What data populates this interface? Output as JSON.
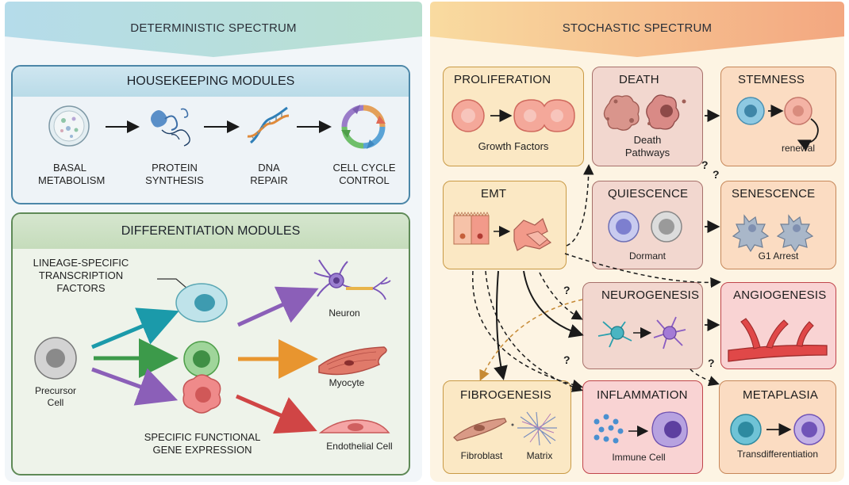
{
  "deterministic": {
    "title": "DETERMINISTIC SPECTRUM",
    "housekeeping": {
      "title": "HOUSEKEEPING MODULES",
      "items": [
        {
          "line1": "BASAL",
          "line2": "METABOLISM",
          "icon": "basal-metabolism-icon"
        },
        {
          "line1": "PROTEIN",
          "line2": "SYNTHESIS",
          "icon": "protein-icon"
        },
        {
          "line1": "DNA",
          "line2": "REPAIR",
          "icon": "dna-icon"
        },
        {
          "line1": "CELL CYCLE",
          "line2": "CONTROL",
          "icon": "cell-cycle-icon"
        }
      ]
    },
    "differentiation": {
      "title": "DIFFERENTIATION MODULES",
      "tf_label": [
        "LINEAGE-SPECIFIC",
        "TRANSCRIPTION",
        "FACTORS"
      ],
      "precursor_label": [
        "Precursor",
        "Cell"
      ],
      "gene_label": [
        "SPECIFIC FUNCTIONAL",
        "GENE EXPRESSION"
      ],
      "outputs": [
        "Neuron",
        "Myocyte",
        "Endothelial Cell"
      ]
    }
  },
  "stochastic": {
    "title": "STOCHASTIC SPECTRUM",
    "modules": {
      "proliferation": {
        "title": "PROLIFERATION",
        "caption": "Growth Factors"
      },
      "death": {
        "title": "DEATH",
        "caption": [
          "Death",
          "Pathways"
        ]
      },
      "stemness": {
        "title": "STEMNESS",
        "caption": "renewal"
      },
      "emt": {
        "title": "EMT"
      },
      "quiescence": {
        "title": "QUIESCENCE",
        "caption": "Dormant"
      },
      "senescence": {
        "title": "SENESCENCE",
        "caption": "G1 Arrest"
      },
      "neurogenesis": {
        "title": "NEUROGENESIS"
      },
      "angiogenesis": {
        "title": "ANGIOGENESIS"
      },
      "fibrogenesis": {
        "title": "FIBROGENESIS",
        "caption_left": "Fibroblast",
        "caption_right": "Matrix"
      },
      "inflammation": {
        "title": "INFLAMMATION",
        "caption": "Immune Cell"
      },
      "metaplasia": {
        "title": "METAPLASIA",
        "caption": "Transdifferentiation"
      }
    },
    "question_mark": "?"
  },
  "colors": {
    "deterministic_banner": "#b9dde8",
    "stochastic_banner": "#f6c98d",
    "housekeeping_border": "#4c87a8",
    "differentiation_border": "#5f8a57"
  }
}
